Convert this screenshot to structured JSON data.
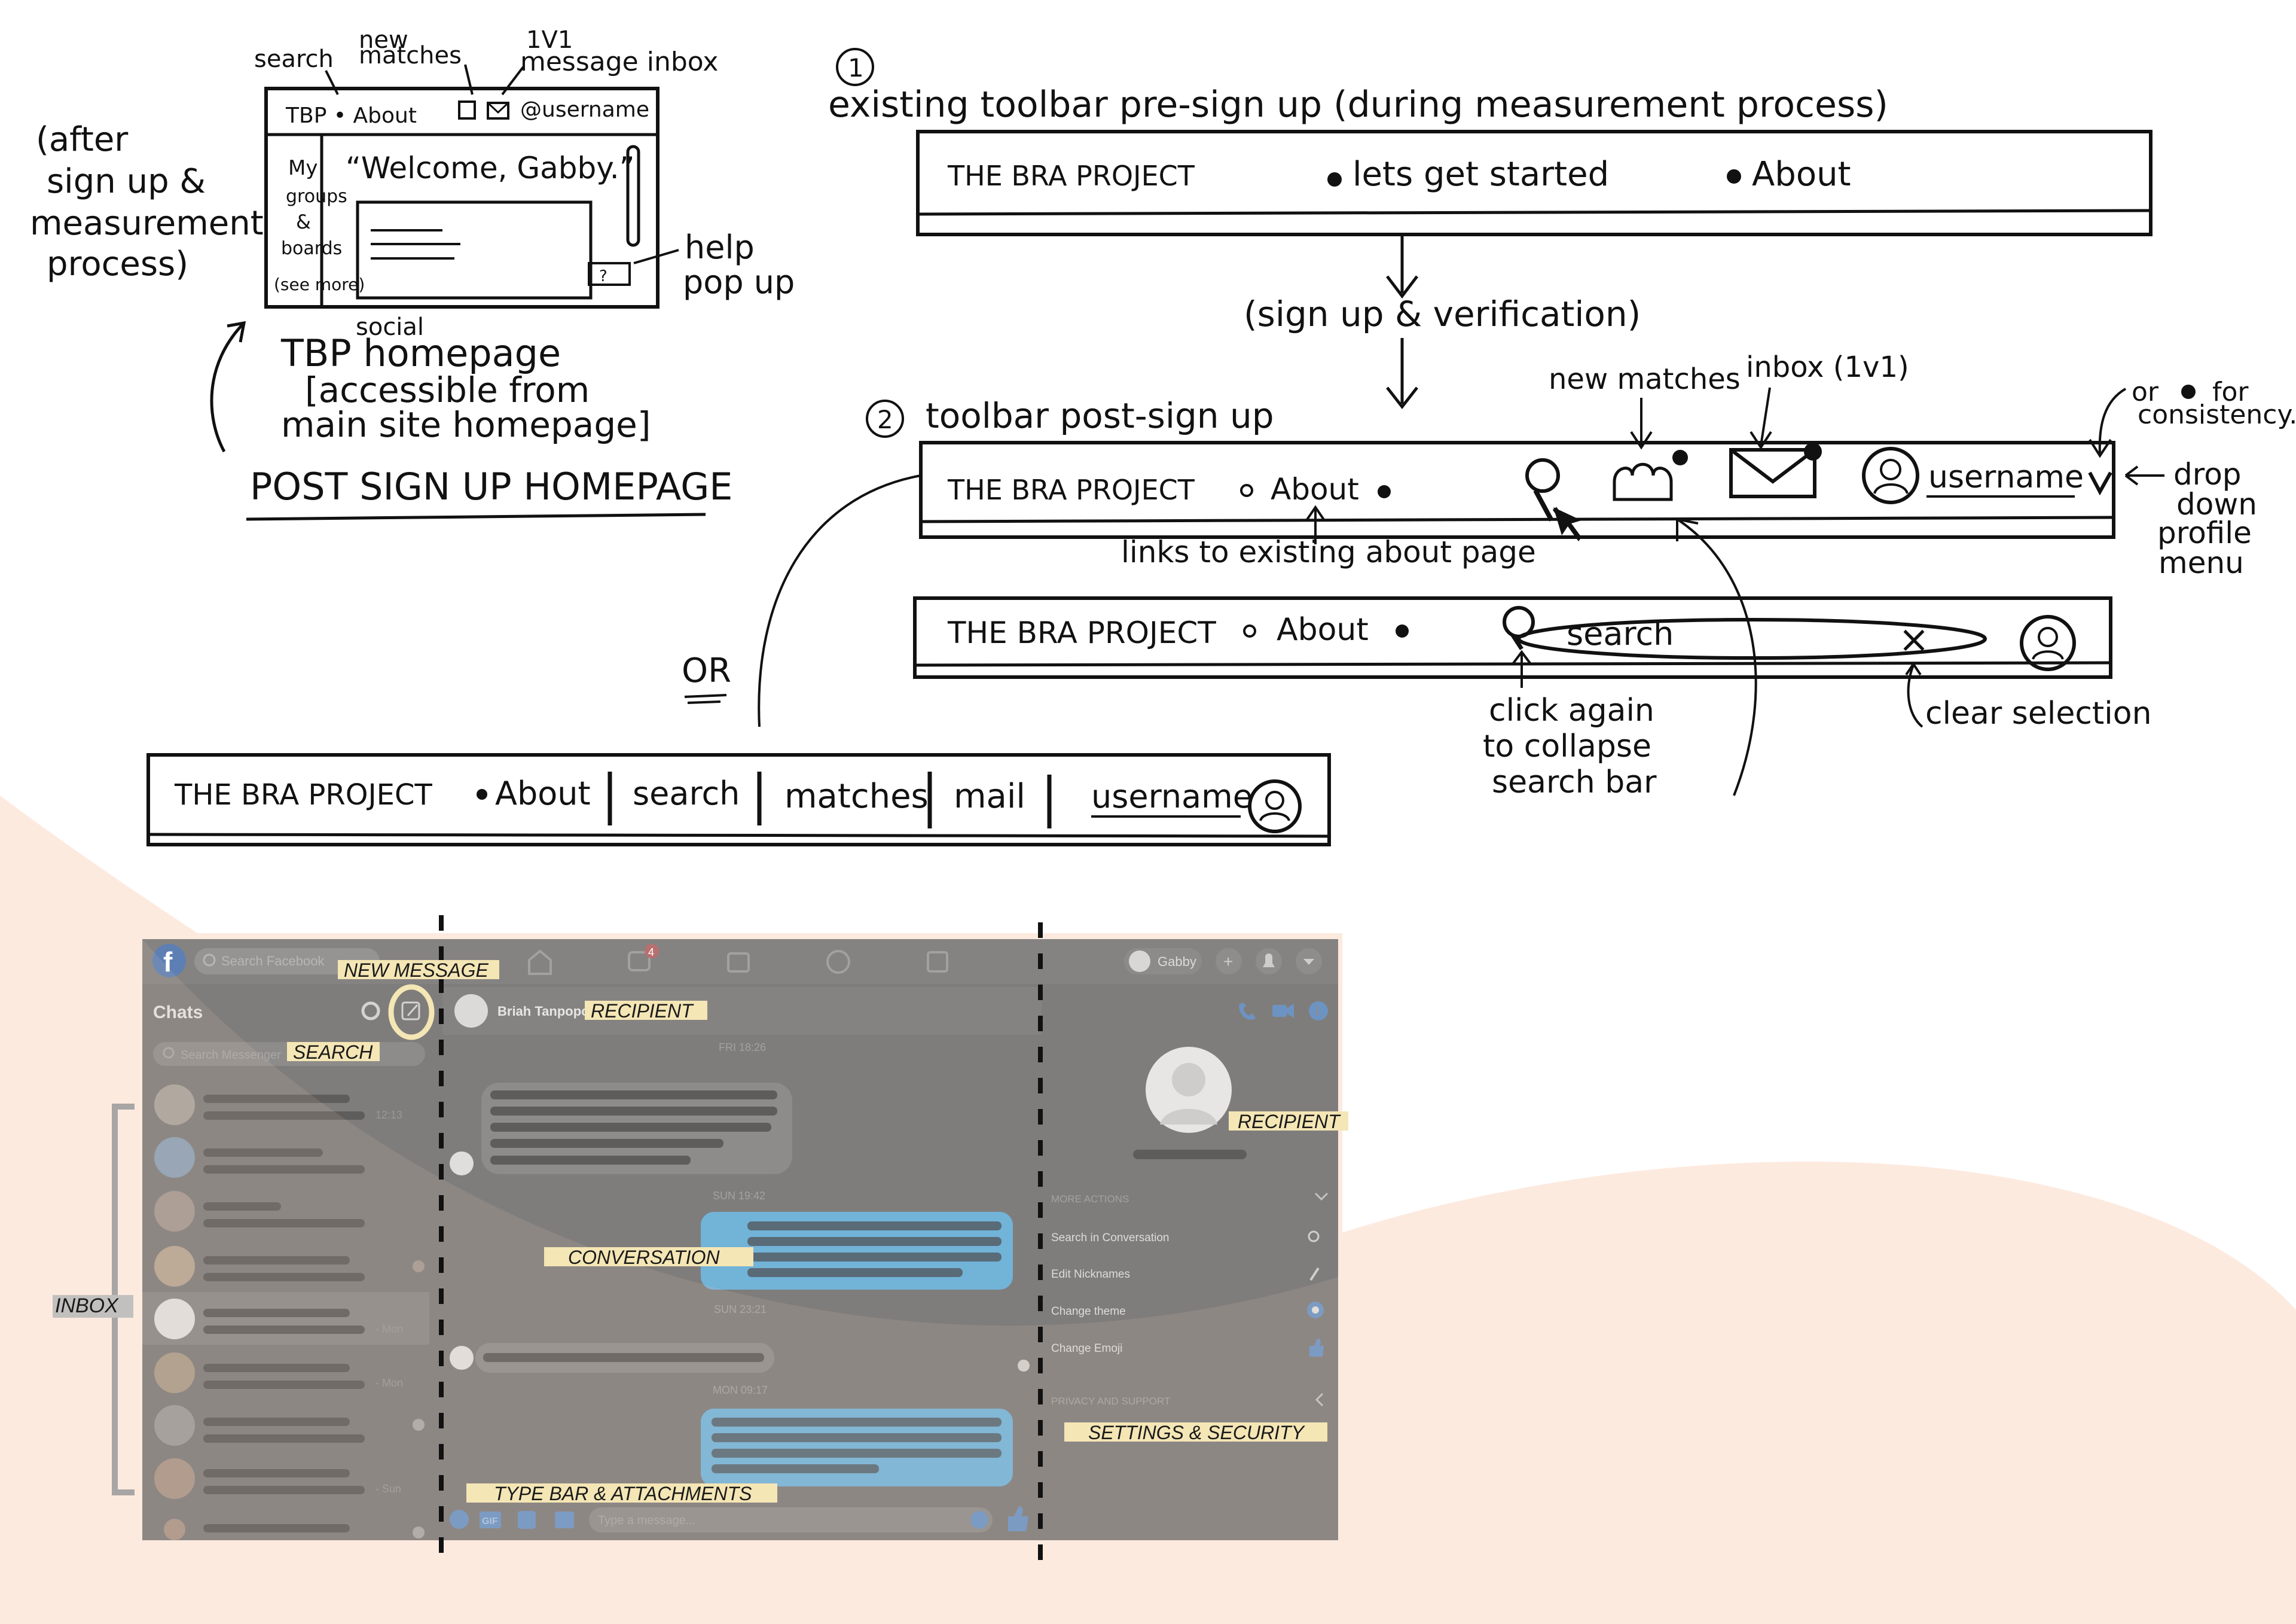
{
  "sketch1": {
    "side_note": [
      "(after",
      "sign up &",
      "measurement",
      "process)"
    ],
    "top_labels": [
      "search",
      "new",
      "matches",
      "1V1",
      "message inbox"
    ],
    "toolbar": "TBP • About",
    "toolbar_user": "@username",
    "sidebar": [
      "My",
      "groups",
      "&",
      "boards"
    ],
    "see_more": "(see more)",
    "welcome": "“Welcome, Gabby.”",
    "help_label": [
      "help",
      "pop up"
    ],
    "caption_social": "social",
    "caption_lines": [
      "TBP homepage",
      "[accessible from",
      "main site homepage]"
    ],
    "title": "POST SIGN UP HOMEPAGE"
  },
  "flow": {
    "step1_number": "1",
    "step1_title": "existing toolbar pre-sign up (during measurement process)",
    "toolbar1": {
      "brand": "THE BRA PROJECT",
      "item1": "lets get started",
      "item2": "About"
    },
    "signup_label": "(sign up & verification)",
    "step2_number": "2",
    "step2_title": "toolbar post-sign up",
    "ann_new_matches": "new matches",
    "ann_inbox": "inbox (1v1)",
    "ann_consistency": [
      "or",
      "for",
      "consistency."
    ],
    "toolbar2": {
      "brand": "THE BRA PROJECT",
      "about": "About",
      "username": "username"
    },
    "ann_dropdown": [
      "drop",
      "down",
      "profile",
      "menu"
    ],
    "ann_links": "links to existing about page",
    "toolbar3": {
      "brand": "THE BRA PROJECT",
      "about": "About",
      "search": "search",
      "clear": "×"
    },
    "ann_click_again": [
      "click again",
      "to collapse",
      "search bar"
    ],
    "ann_clear": "clear selection",
    "or_label": "OR",
    "toolbar4": {
      "brand": "THE BRA PROJECT",
      "about": "About",
      "search": "search",
      "matches": "matches",
      "mail": "mail",
      "username": "username"
    }
  },
  "messenger": {
    "search_placeholder": "Search Facebook",
    "video_badge": "4",
    "user_name": "Gabby",
    "chats_title": "Chats",
    "search_messenger": "Search Messenger",
    "recipient_name": "Briah Tanpopo",
    "time_12_13": "12:13",
    "mon": "- Mon",
    "sun": "- Sun",
    "date_fri": "FRI 18:26",
    "date_sun1": "SUN 19:42",
    "date_sun2": "SUN 23:21",
    "date_mon": "MON 09:17",
    "more_actions": "MORE ACTIONS",
    "actions": [
      "Search in Conversation",
      "Edit Nicknames",
      "Change theme",
      "Change Emoji"
    ],
    "privacy": "PRIVACY AND SUPPORT",
    "type_placeholder": "Type a message...",
    "gif": "GIF"
  },
  "labels": {
    "new_message": "NEW MESSAGE",
    "recipient_top": "RECIPIENT",
    "search": "SEARCH",
    "recipient_side": "RECIPIENT",
    "conversation": "CONVERSATION",
    "inbox": "INBOX",
    "settings": "SETTINGS & SECURITY",
    "type_bar": "TYPE BAR & ATTACHMENTS"
  }
}
